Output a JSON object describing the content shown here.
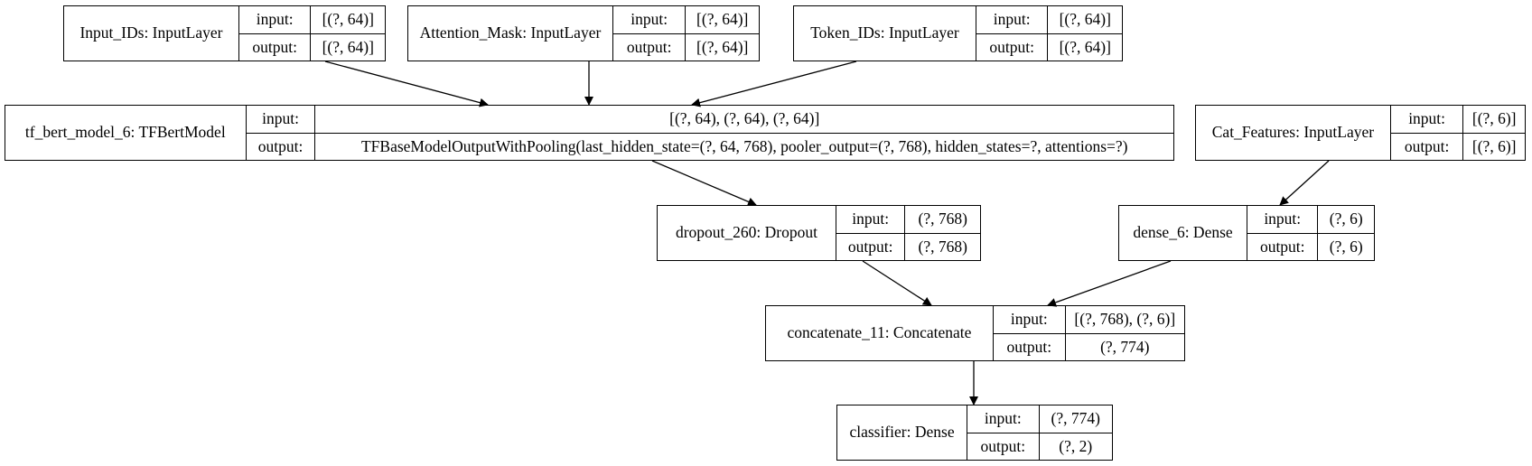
{
  "nodes": [
    {
      "id": "input-ids",
      "name": "Input_IDs: InputLayer",
      "input_label": "input:",
      "output_label": "output:",
      "input": "[(?, 64)]",
      "output": "[(?, 64)]"
    },
    {
      "id": "attention-mask",
      "name": "Attention_Mask: InputLayer",
      "input_label": "input:",
      "output_label": "output:",
      "input": "[(?, 64)]",
      "output": "[(?, 64)]"
    },
    {
      "id": "token-ids",
      "name": "Token_IDs: InputLayer",
      "input_label": "input:",
      "output_label": "output:",
      "input": "[(?, 64)]",
      "output": "[(?, 64)]"
    },
    {
      "id": "bert",
      "name": "tf_bert_model_6: TFBertModel",
      "input_label": "input:",
      "output_label": "output:",
      "input": "[(?, 64), (?, 64), (?, 64)]",
      "output": "TFBaseModelOutputWithPooling(last_hidden_state=(?, 64, 768), pooler_output=(?, 768), hidden_states=?, attentions=?)"
    },
    {
      "id": "cat-features",
      "name": "Cat_Features: InputLayer",
      "input_label": "input:",
      "output_label": "output:",
      "input": "[(?, 6)]",
      "output": "[(?, 6)]"
    },
    {
      "id": "dropout",
      "name": "dropout_260: Dropout",
      "input_label": "input:",
      "output_label": "output:",
      "input": "(?, 768)",
      "output": "(?, 768)"
    },
    {
      "id": "dense6",
      "name": "dense_6: Dense",
      "input_label": "input:",
      "output_label": "output:",
      "input": "(?, 6)",
      "output": "(?, 6)"
    },
    {
      "id": "concatenate",
      "name": "concatenate_11: Concatenate",
      "input_label": "input:",
      "output_label": "output:",
      "input": "[(?, 768), (?, 6)]",
      "output": "(?, 774)"
    },
    {
      "id": "classifier",
      "name": "classifier: Dense",
      "input_label": "input:",
      "output_label": "output:",
      "input": "(?, 774)",
      "output": "(?, 2)"
    }
  ],
  "edges": [
    {
      "from": "input-ids",
      "to": "bert"
    },
    {
      "from": "attention-mask",
      "to": "bert"
    },
    {
      "from": "token-ids",
      "to": "bert"
    },
    {
      "from": "bert",
      "to": "dropout"
    },
    {
      "from": "cat-features",
      "to": "dense6"
    },
    {
      "from": "dropout",
      "to": "concatenate"
    },
    {
      "from": "dense6",
      "to": "concatenate"
    },
    {
      "from": "concatenate",
      "to": "classifier"
    }
  ]
}
